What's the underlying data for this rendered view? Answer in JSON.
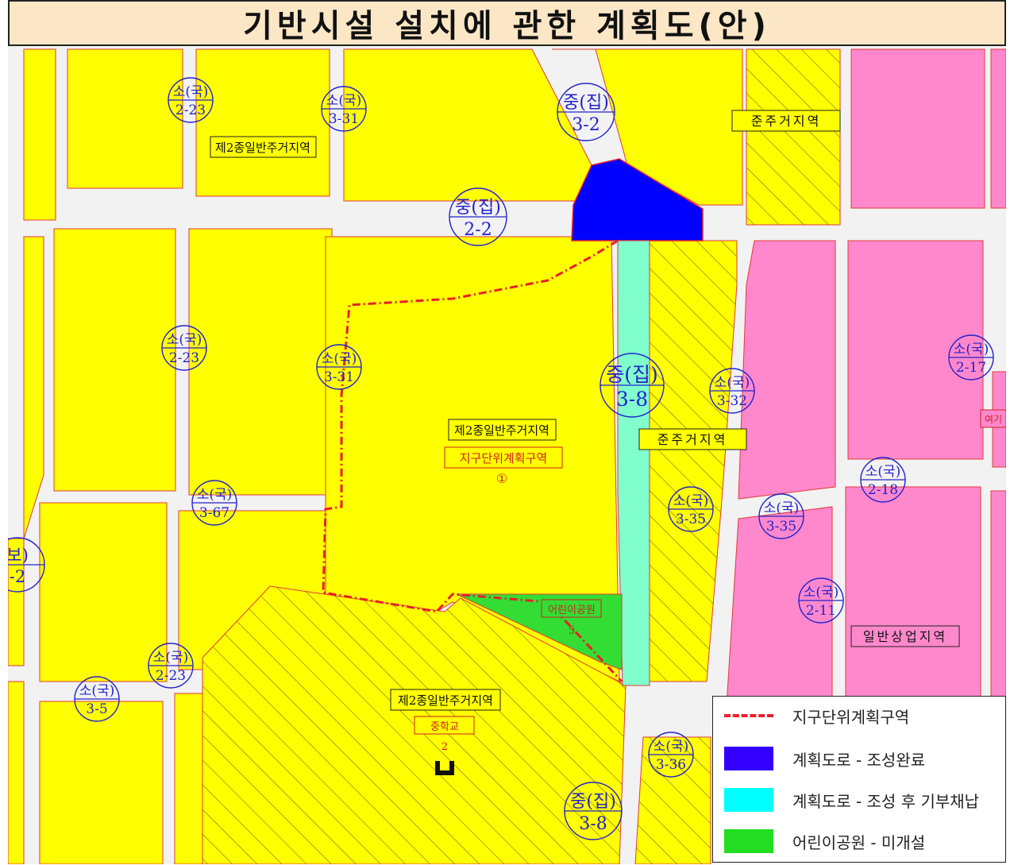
{
  "title": "기반시설 설치에 관한 계획도(안)",
  "colors": {
    "residential": "#ffff00",
    "commercial": "#ff88cc",
    "road": "#f2f2f2",
    "road_edge": "#e03a3a",
    "completed_road": "#0000ff",
    "donation_road": "#80ffcc",
    "park": "#33dd33",
    "boundary": "#e8202a",
    "road_label": "#2222cc",
    "district_label": "#cc2222"
  },
  "zones": {
    "res_nw": "제2종일반주거지역",
    "res_center": "제2종일반주거지역",
    "res_south": "제2종일반주거지역",
    "semi_ne": "준주거지역",
    "semi_center": "준주거지역",
    "commercial": "일반상업지역"
  },
  "district": {
    "name": "지구단위계획구역",
    "number": "①"
  },
  "park": {
    "name": "어린이공원",
    "number": "5"
  },
  "school": {
    "name": "중학교",
    "number": "2"
  },
  "edge_fragment": "여기",
  "road_labels": [
    {
      "top": "소(국)",
      "bottom": "2-23"
    },
    {
      "top": "소(국)",
      "bottom": "3-31"
    },
    {
      "top": "중(집)",
      "bottom": "3-2"
    },
    {
      "top": "중(집)",
      "bottom": "2-2"
    },
    {
      "top": "소(국)",
      "bottom": "2-23"
    },
    {
      "top": "소(국)",
      "bottom": "3-31"
    },
    {
      "top": "중(집)",
      "bottom": "3-8"
    },
    {
      "top": "소(국)",
      "bottom": "3-32"
    },
    {
      "top": "소(국)",
      "bottom": "2-17"
    },
    {
      "top": "소(국)",
      "bottom": "2-18"
    },
    {
      "top": "소(국)",
      "bottom": "3-67"
    },
    {
      "top": "소(국)",
      "bottom": "3-35"
    },
    {
      "top": "소(국)",
      "bottom": "3-35"
    },
    {
      "top": "소(국)",
      "bottom": "2-11"
    },
    {
      "top": "보)",
      "bottom": "-2"
    },
    {
      "top": "소(국)",
      "bottom": "2-23"
    },
    {
      "top": "소(국)",
      "bottom": "3-5"
    },
    {
      "top": "소(국)",
      "bottom": "3-36"
    },
    {
      "top": "중(집)",
      "bottom": "3-8"
    }
  ],
  "legend": [
    {
      "kind": "line",
      "label": "지구단위계획구역"
    },
    {
      "kind": "swatch",
      "color": "#3300ff",
      "label": "계획도로 - 조성완료"
    },
    {
      "kind": "swatch",
      "color": "#00ffff",
      "label": "계획도로 - 조성 후 기부채납"
    },
    {
      "kind": "swatch",
      "color": "#22dd22",
      "label": "어린이공원 - 미개설"
    }
  ]
}
